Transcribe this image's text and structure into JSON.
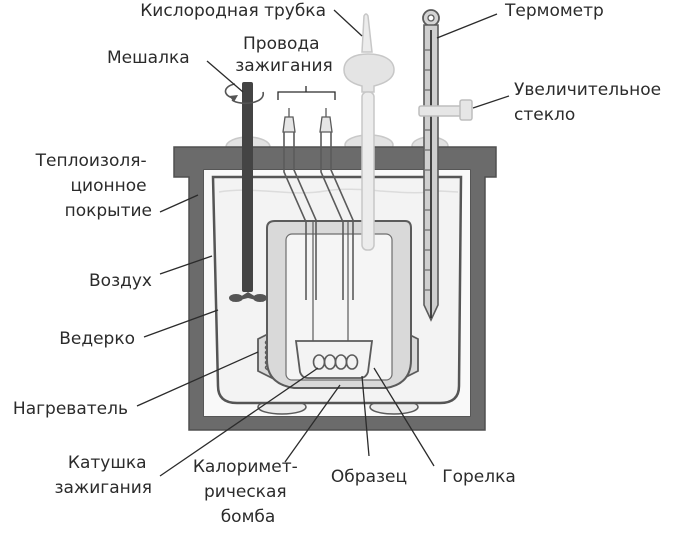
{
  "diagram": {
    "labels": {
      "oxygen_tube": "Кислородная трубка",
      "thermometer": "Термометр",
      "stirrer": "Мешалка",
      "ignition_wires": [
        "Провода",
        "зажигания"
      ],
      "magnifier": [
        "Увеличительное",
        "стекло"
      ],
      "insulation": [
        "Теплоизоля-",
        "ционное",
        "покрытие"
      ],
      "air": "Воздух",
      "bucket": "Ведерко",
      "heater": "Нагреватель",
      "ignition_coil": [
        "Катушка",
        "зажигания"
      ],
      "calorimetric_bomb": [
        "Калоримет-",
        "рическая",
        "бомба"
      ],
      "sample": "Образец",
      "burner": "Горелка"
    },
    "colors": {
      "outline": "#4f4f4f",
      "fill_light": "#ececec",
      "fill_mid": "#d5d5d5",
      "water": "#f4f4f4",
      "text": "#2b2b2b"
    }
  }
}
